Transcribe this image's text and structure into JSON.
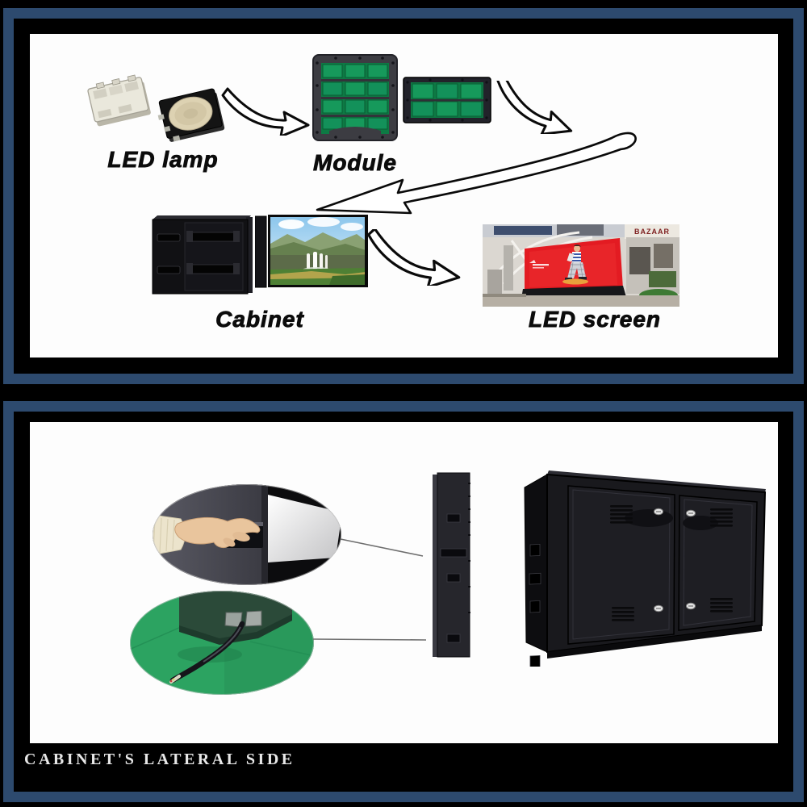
{
  "page": {
    "background_color": "#000000",
    "frame_color": "#2d4a6e",
    "inner_frame_color": "#000000",
    "content_background": "#fdfdfd"
  },
  "top_panel": {
    "title": "led-screen-assembly-flow",
    "steps": [
      {
        "id": "led-lamp",
        "label": "LED lamp"
      },
      {
        "id": "module",
        "label": "Module"
      },
      {
        "id": "cabinet",
        "label": "Cabinet"
      },
      {
        "id": "led-screen",
        "label": "LED screen"
      }
    ],
    "billboard_sign_text": "BAZAAR"
  },
  "bottom_panel": {
    "caption": "CABINET'S LATERAL SIDE"
  },
  "colors": {
    "pcb_green": "#0d7a44",
    "pcb_cell_green": "#16995b",
    "led_screen_red": "#e31b22",
    "floor_green": "#2ca361",
    "cabinet_black": "#19191d",
    "metal_white": "#f5f5f5",
    "skin": "#e9c59d",
    "sleeve_cream": "#ece4cc"
  }
}
